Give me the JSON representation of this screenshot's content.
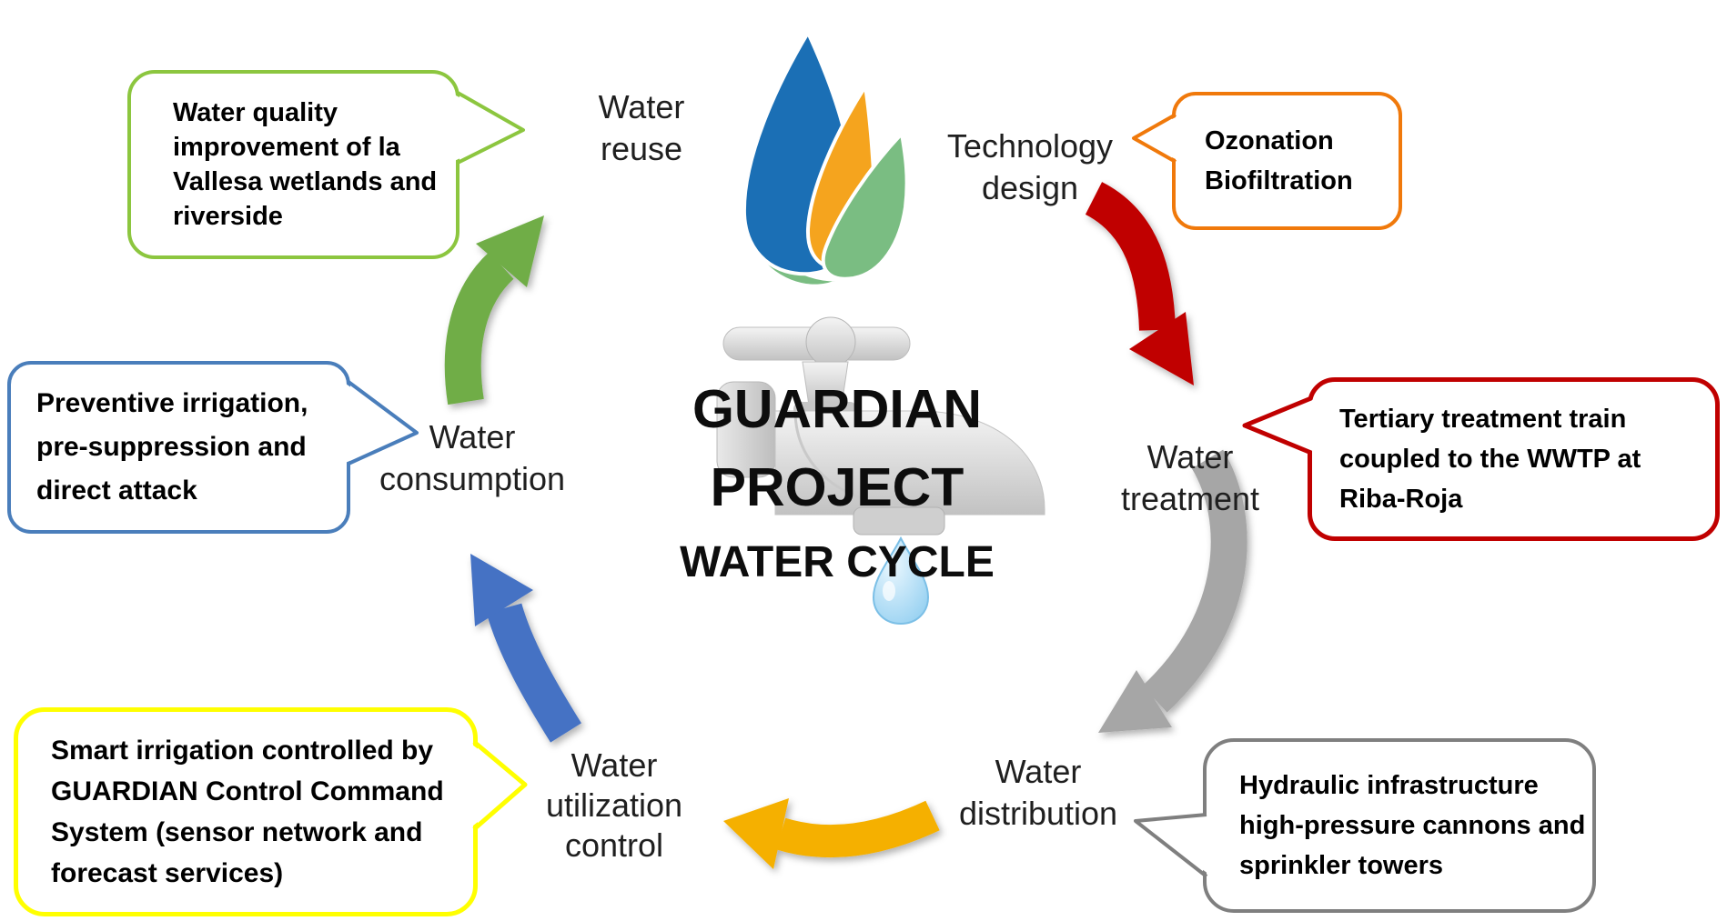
{
  "page": {
    "background": "#ffffff"
  },
  "title": {
    "line1": "GUARDIAN",
    "line2": "PROJECT",
    "line3": "WATER CYCLE"
  },
  "stages": {
    "reuse": {
      "label": "Water\nreuse"
    },
    "technology_design": {
      "label": "Technology\ndesign"
    },
    "treatment": {
      "label": "Water\ntreatment"
    },
    "distribution": {
      "label": "Water\ndistribution"
    },
    "utilization_control": {
      "label": "Water\nutilization\ncontrol"
    },
    "consumption": {
      "label": "Water\nconsumption"
    }
  },
  "callouts": {
    "reuse": {
      "text": "Water quality\nimprovement of la\nVallesa wetlands and\nriverside",
      "border_color": "#8CC63F"
    },
    "technology_design": {
      "text": "Ozonation\nBiofiltration",
      "border_color": "#F0790B"
    },
    "treatment": {
      "text": "Tertiary treatment train\ncoupled to the WWTP at\nRiba-Roja",
      "border_color": "#C00000"
    },
    "distribution": {
      "text": "Hydraulic infrastructure\nhigh-pressure cannons and\nsprinkler towers",
      "border_color": "#7F7F7F"
    },
    "utilization_control": {
      "text": "Smart irrigation controlled by\nGUARDIAN Control Command\nSystem (sensor network and\nforecast services)",
      "border_color": "#FFFF00"
    },
    "consumption": {
      "text": "Preventive irrigation,\npre-suppression and\ndirect attack",
      "border_color": "#4A7EBB"
    }
  },
  "arrows": {
    "consumption_to_reuse": {
      "color": "#70AD47"
    },
    "technology_to_treatment": {
      "color": "#C00000"
    },
    "treatment_to_distribution": {
      "color": "#A6A6A6"
    },
    "distribution_to_utilization": {
      "color": "#F5B000"
    },
    "utilization_to_consumption": {
      "color": "#4472C4"
    }
  },
  "logo": {
    "blue": "#1B6FB5",
    "orange": "#F5A41E",
    "green": "#7ABD82",
    "drop_blue": "#AEDCF5"
  }
}
